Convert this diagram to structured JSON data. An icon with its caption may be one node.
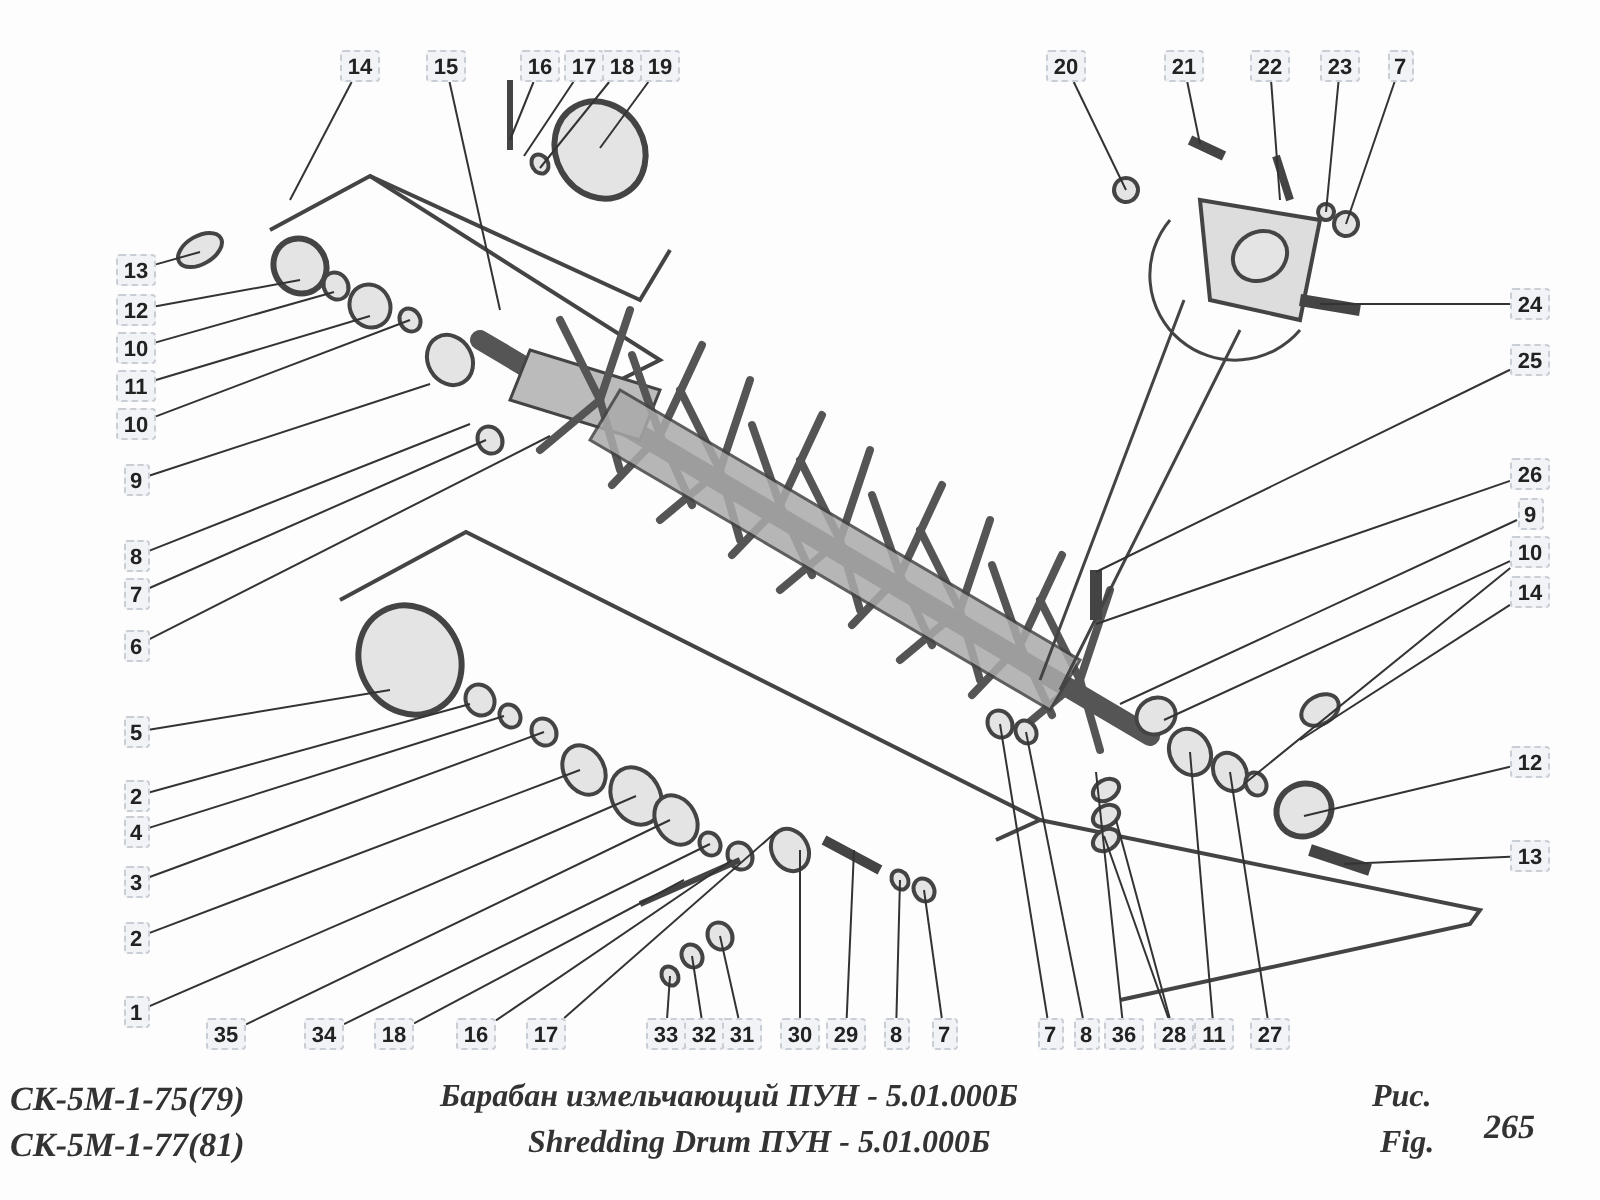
{
  "diagram": {
    "nodes": [
      {
        "text": [
          "14"
        ]
      },
      {
        "text": [
          "15"
        ]
      },
      {
        "text": [
          "16"
        ]
      },
      {
        "text": [
          "17"
        ]
      },
      {
        "text": [
          "18"
        ]
      },
      {
        "text": [
          "19"
        ]
      },
      {
        "text": [
          "20"
        ]
      },
      {
        "text": [
          "21"
        ]
      },
      {
        "text": [
          "22"
        ]
      },
      {
        "text": [
          "23"
        ]
      },
      {
        "text": [
          "7"
        ]
      },
      {
        "text": [
          "13"
        ]
      },
      {
        "text": [
          "12"
        ]
      },
      {
        "text": [
          "10"
        ]
      },
      {
        "text": [
          "11"
        ]
      },
      {
        "text": [
          "10"
        ]
      },
      {
        "text": [
          "9"
        ]
      },
      {
        "text": [
          "8"
        ]
      },
      {
        "text": [
          "7"
        ]
      },
      {
        "text": [
          "6"
        ]
      },
      {
        "text": [
          "5"
        ]
      },
      {
        "text": [
          "2"
        ]
      },
      {
        "text": [
          "4"
        ]
      },
      {
        "text": [
          "3"
        ]
      },
      {
        "text": [
          "2"
        ]
      },
      {
        "text": [
          "1"
        ]
      },
      {
        "text": [
          "24"
        ]
      },
      {
        "text": [
          "25"
        ]
      },
      {
        "text": [
          "26"
        ]
      },
      {
        "text": [
          "9"
        ]
      },
      {
        "text": [
          "10"
        ]
      },
      {
        "text": [
          "14"
        ]
      },
      {
        "text": [
          "12"
        ]
      },
      {
        "text": [
          "13"
        ]
      },
      {
        "text": [
          "35"
        ]
      },
      {
        "text": [
          "34"
        ]
      },
      {
        "text": [
          "18"
        ]
      },
      {
        "text": [
          "16"
        ]
      },
      {
        "text": [
          "17"
        ]
      },
      {
        "text": [
          "33"
        ]
      },
      {
        "text": [
          "32"
        ]
      },
      {
        "text": [
          "31"
        ]
      },
      {
        "text": [
          "30"
        ]
      },
      {
        "text": [
          "29"
        ]
      },
      {
        "text": [
          "8"
        ]
      },
      {
        "text": [
          "7"
        ]
      },
      {
        "text": [
          "7"
        ]
      },
      {
        "text": [
          "8"
        ]
      },
      {
        "text": [
          "36"
        ]
      },
      {
        "text": [
          "28"
        ]
      },
      {
        "text": [
          "11"
        ]
      },
      {
        "text": [
          "27"
        ]
      }
    ],
    "edges": [
      {
        "from": 0,
        "to": null,
        "arrow": "none"
      },
      {
        "from": 1,
        "to": null,
        "arrow": "none"
      },
      {
        "from": 2,
        "to": null,
        "arrow": "none"
      },
      {
        "from": 3,
        "to": null,
        "arrow": "none"
      },
      {
        "from": 4,
        "to": null,
        "arrow": "none"
      },
      {
        "from": 5,
        "to": null,
        "arrow": "none"
      },
      {
        "from": 6,
        "to": null,
        "arrow": "none"
      },
      {
        "from": 7,
        "to": null,
        "arrow": "none"
      },
      {
        "from": 8,
        "to": null,
        "arrow": "none"
      },
      {
        "from": 9,
        "to": null,
        "arrow": "none"
      },
      {
        "from": 10,
        "to": null,
        "arrow": "none"
      },
      {
        "from": 11,
        "to": null,
        "arrow": "none"
      },
      {
        "from": 12,
        "to": null,
        "arrow": "none"
      },
      {
        "from": 13,
        "to": null,
        "arrow": "none"
      },
      {
        "from": 14,
        "to": null,
        "arrow": "none"
      },
      {
        "from": 15,
        "to": null,
        "arrow": "none"
      },
      {
        "from": 16,
        "to": null,
        "arrow": "none"
      },
      {
        "from": 17,
        "to": null,
        "arrow": "none"
      },
      {
        "from": 18,
        "to": null,
        "arrow": "none"
      },
      {
        "from": 19,
        "to": null,
        "arrow": "none"
      },
      {
        "from": 20,
        "to": null,
        "arrow": "none"
      },
      {
        "from": 21,
        "to": null,
        "arrow": "none"
      },
      {
        "from": 22,
        "to": null,
        "arrow": "none"
      },
      {
        "from": 23,
        "to": null,
        "arrow": "none"
      },
      {
        "from": 24,
        "to": null,
        "arrow": "none"
      },
      {
        "from": 25,
        "to": null,
        "arrow": "none"
      },
      {
        "from": 26,
        "to": null,
        "arrow": "none"
      },
      {
        "from": 27,
        "to": null,
        "arrow": "none"
      },
      {
        "from": 28,
        "to": null,
        "arrow": "none"
      },
      {
        "from": 29,
        "to": null,
        "arrow": "none"
      },
      {
        "from": 30,
        "to": null,
        "arrow": "none"
      },
      {
        "from": 31,
        "to": null,
        "arrow": "none"
      },
      {
        "from": 32,
        "to": null,
        "arrow": "none"
      },
      {
        "from": 33,
        "to": null,
        "arrow": "none"
      },
      {
        "from": 34,
        "to": null,
        "arrow": "none"
      },
      {
        "from": 35,
        "to": null,
        "arrow": "none"
      },
      {
        "from": 36,
        "to": null,
        "arrow": "none"
      },
      {
        "from": 37,
        "to": null,
        "arrow": "none"
      },
      {
        "from": 38,
        "to": null,
        "arrow": "none"
      },
      {
        "from": 39,
        "to": null,
        "arrow": "none"
      },
      {
        "from": 40,
        "to": null,
        "arrow": "none"
      },
      {
        "from": 41,
        "to": null,
        "arrow": "none"
      },
      {
        "from": 42,
        "to": null,
        "arrow": "none"
      },
      {
        "from": 43,
        "to": null,
        "arrow": "none"
      },
      {
        "from": 44,
        "to": null,
        "arrow": "none"
      },
      {
        "from": 45,
        "to": null,
        "arrow": "none"
      },
      {
        "from": 46,
        "to": null,
        "arrow": "none"
      },
      {
        "from": 47,
        "to": null,
        "arrow": "none"
      },
      {
        "from": 48,
        "to": null,
        "arrow": "none"
      },
      {
        "from": 49,
        "to": null,
        "arrow": "none"
      },
      {
        "from": 50,
        "to": null,
        "arrow": "none"
      },
      {
        "from": 51,
        "to": null,
        "arrow": "none"
      },
      {
        "from": 30,
        "to": null,
        "arrow": "none"
      },
      {
        "from": 49,
        "to": null,
        "arrow": "none"
      }
    ],
    "labels": [
      "СК-5М-1-75(79)",
      "Барабан измельчающий  ПУН - 5.01.000Б",
      "Рис.",
      "265",
      "СК-5М-1-77(81)",
      "Shredding Drum  ПУН - 5.01.000Б",
      "Fig."
    ]
  }
}
